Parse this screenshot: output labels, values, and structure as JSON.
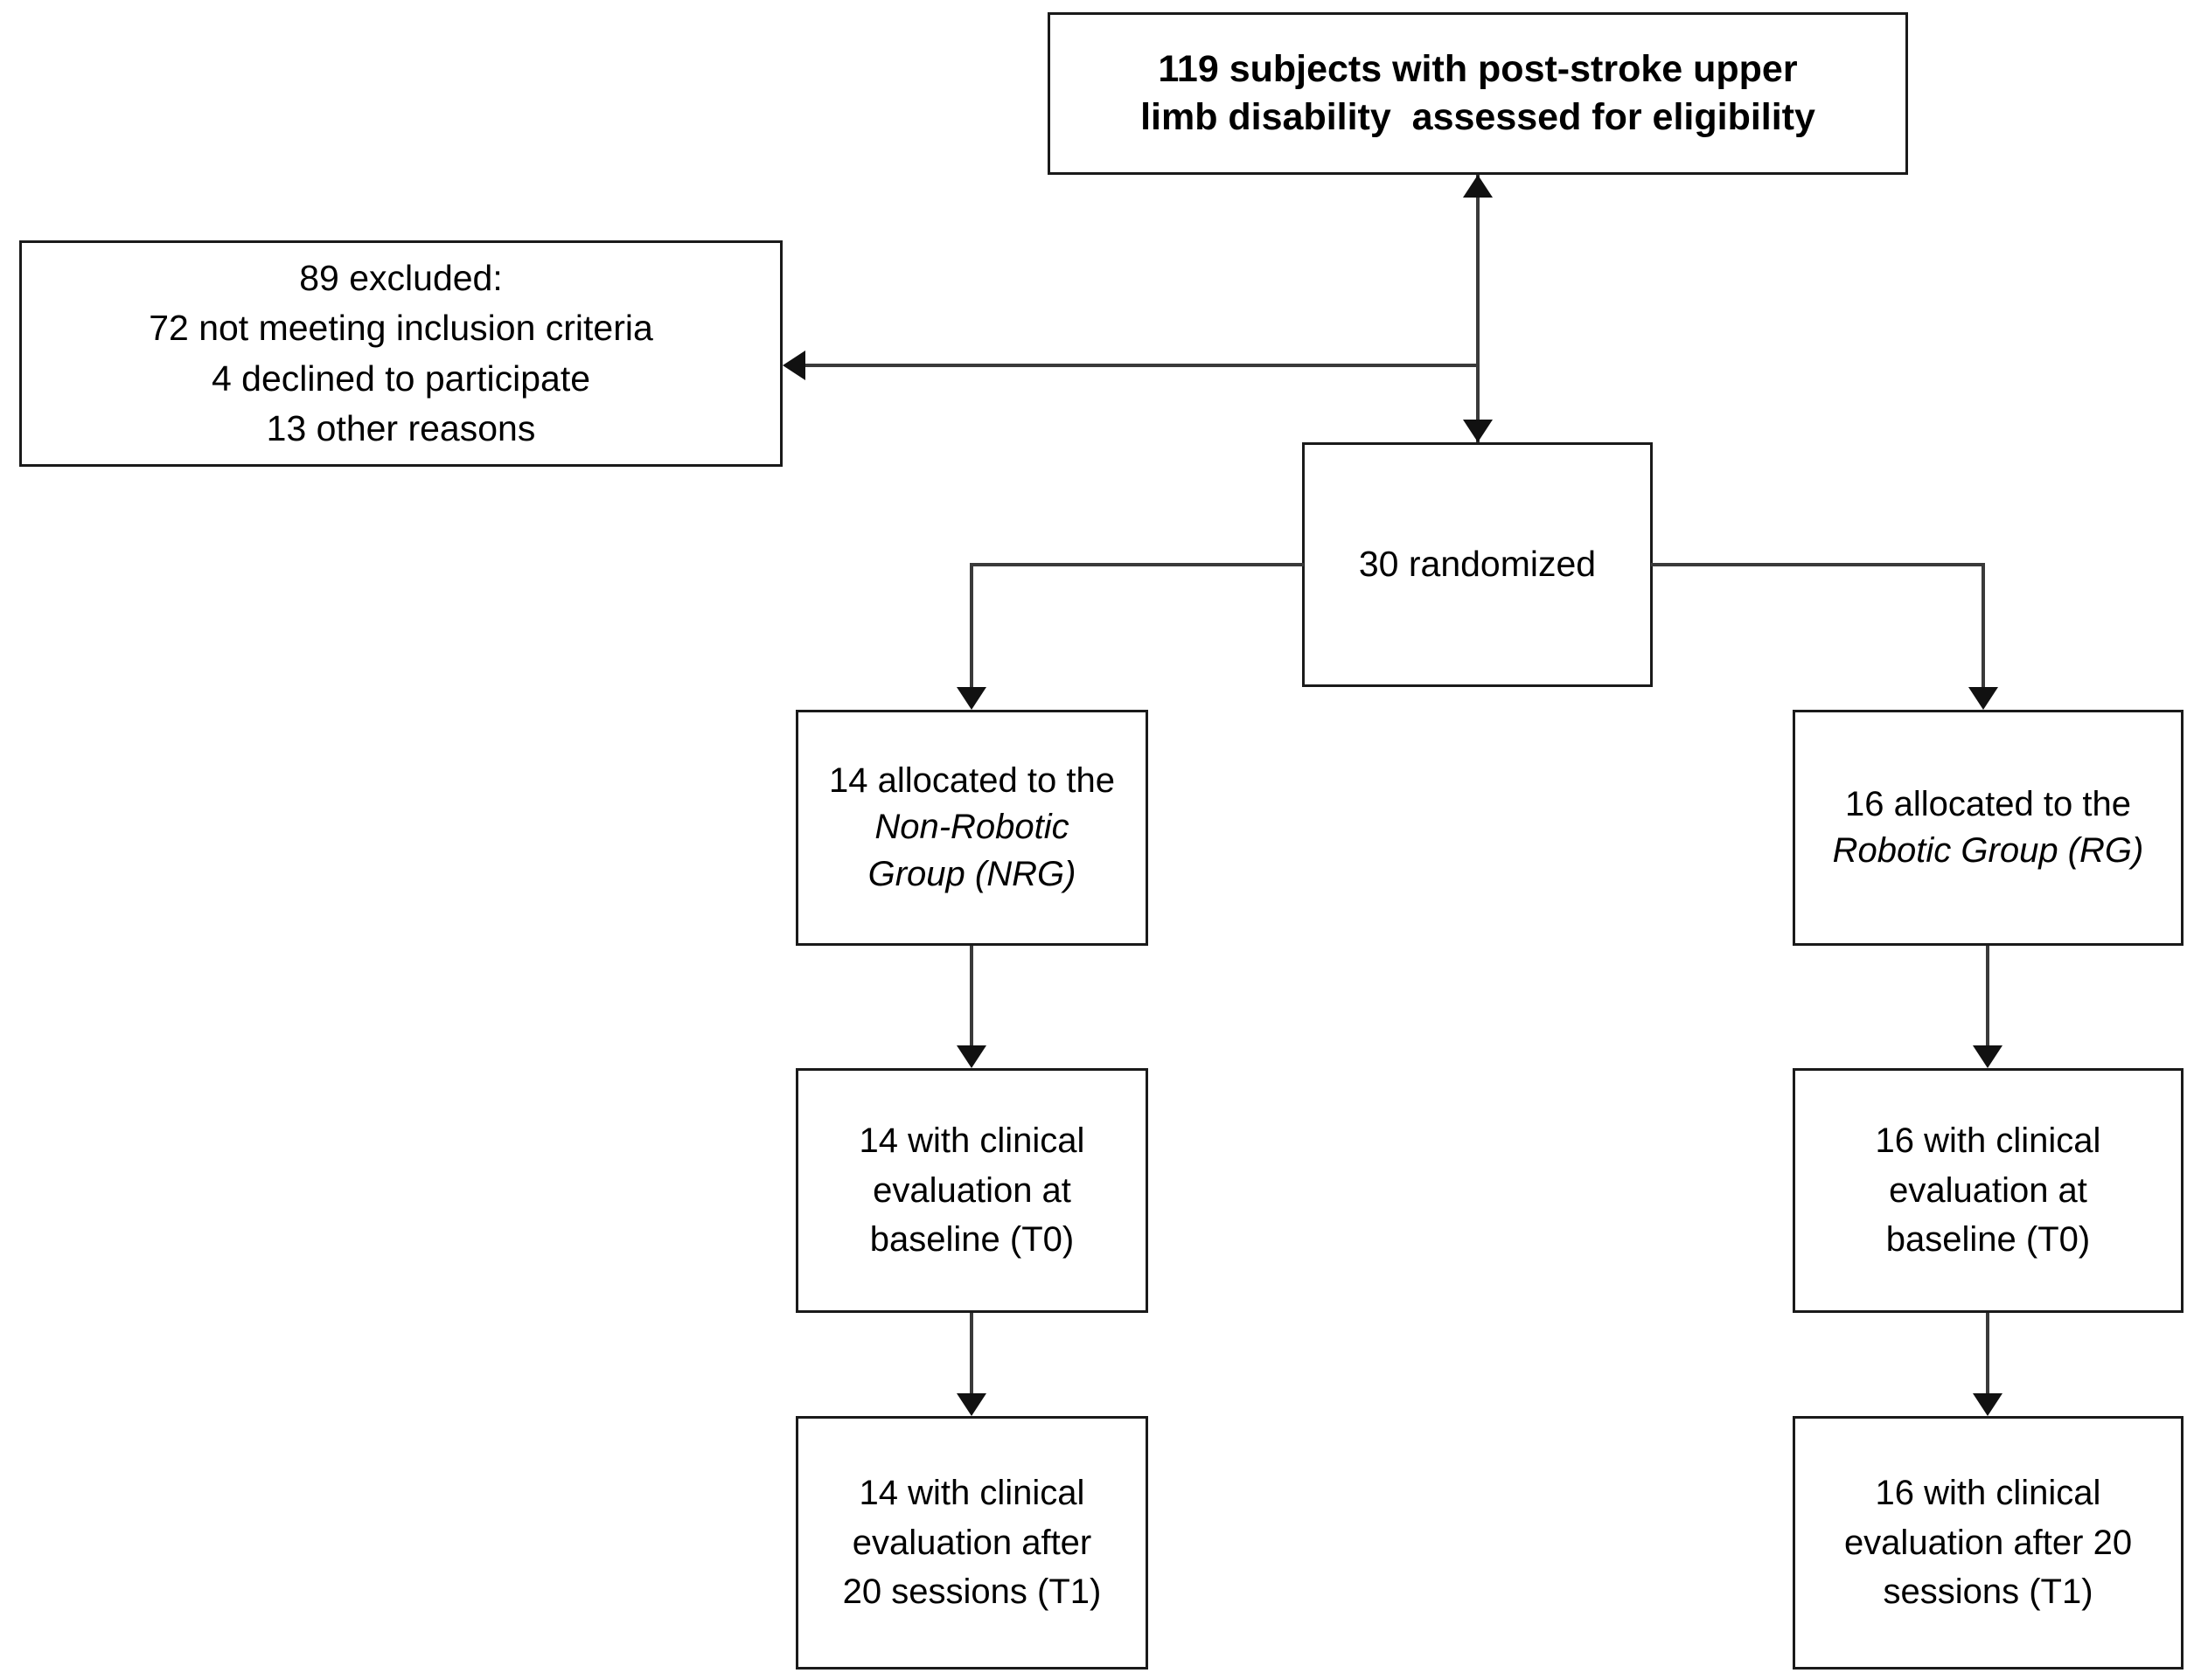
{
  "diagram": {
    "type": "consort-flow-diagram",
    "title": "CONSORT participant flow",
    "colors": {
      "background": "#ffffff",
      "box_border": "#1a1a1a",
      "connector": "#3a3a3a",
      "arrowhead": "#111111",
      "text": "#000000"
    }
  },
  "nodes": {
    "eligibility": {
      "id": "eligibility",
      "count": 119,
      "lines": [
        "119 subjects with post-stroke upper",
        "limb disability  assessed for eligibility"
      ]
    },
    "excluded": {
      "id": "excluded",
      "count": 89,
      "lines": [
        "89 excluded:",
        "72 not meeting inclusion criteria",
        "4 declined to participate",
        "13 other reasons"
      ],
      "breakdown": [
        {
          "n": 72,
          "reason": "not meeting inclusion criteria"
        },
        {
          "n": 4,
          "reason": "declined to participate"
        },
        {
          "n": 13,
          "reason": "other reasons"
        }
      ]
    },
    "randomized": {
      "id": "randomized",
      "count": 30,
      "lines": [
        "30 randomized"
      ]
    },
    "alloc_left": {
      "id": "allocation-non-robotic",
      "count": 14,
      "line1": "14 allocated to the",
      "line2_italic": "Non-Robotic",
      "line3_italic": "Group (NRG)"
    },
    "alloc_right": {
      "id": "allocation-robotic",
      "count": 16,
      "line1": "16 allocated to the",
      "line2_italic": "Robotic Group (RG)"
    },
    "eval0_left": {
      "id": "evaluation-baseline-nrg",
      "count": 14,
      "lines": [
        "14 with clinical",
        "evaluation at",
        "baseline (T0)"
      ]
    },
    "eval0_right": {
      "id": "evaluation-baseline-rg",
      "count": 16,
      "lines": [
        "16 with clinical",
        "evaluation at",
        "baseline (T0)"
      ]
    },
    "eval1_left": {
      "id": "evaluation-post-nrg",
      "count": 14,
      "lines": [
        "14 with clinical",
        "evaluation after",
        "20 sessions (T1)"
      ]
    },
    "eval1_right": {
      "id": "evaluation-post-rg",
      "count": 16,
      "lines": [
        "16 with clinical",
        "evaluation after 20",
        "sessions (T1)"
      ]
    }
  }
}
